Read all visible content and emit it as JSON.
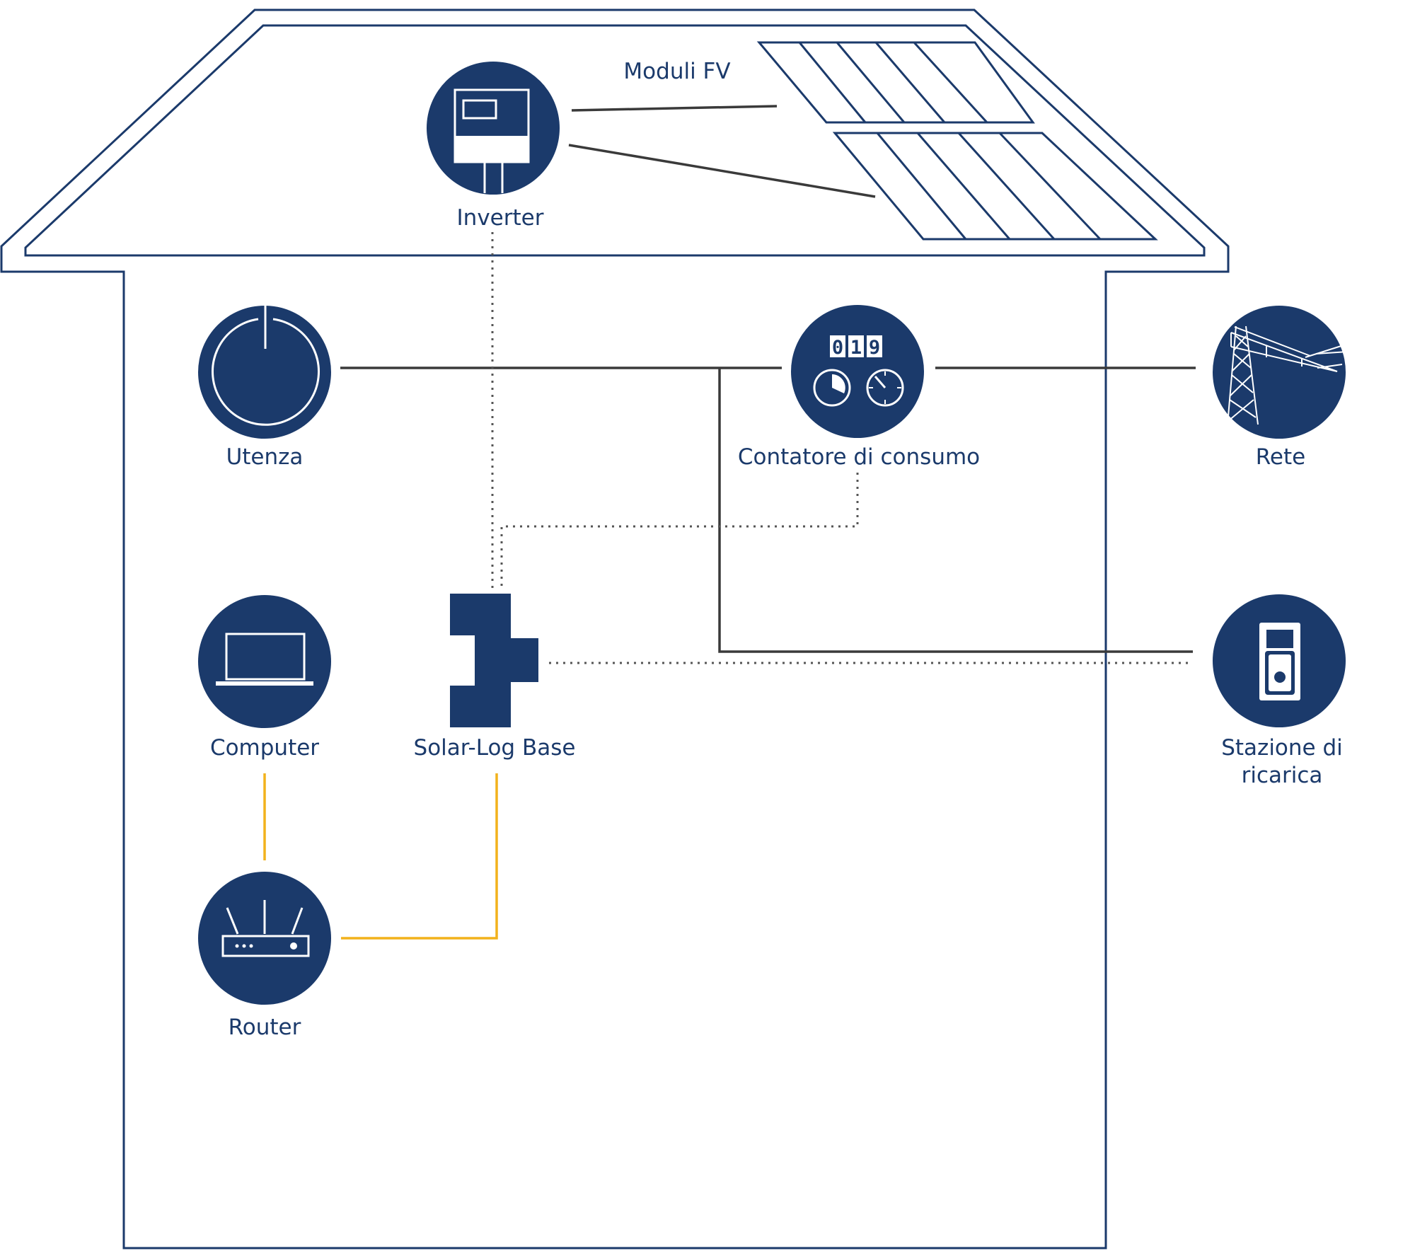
{
  "labels": {
    "moduli_fv": "Moduli FV",
    "inverter": "Inverter",
    "utenza": "Utenza",
    "contatore": "Contatore di consumo",
    "rete": "Rete",
    "computer": "Computer",
    "solarlog": "Solar-Log Base",
    "stazione_line1": "Stazione di",
    "stazione_line2": "ricarica",
    "router": "Router"
  },
  "meter_digits": [
    "0",
    "1",
    "9"
  ],
  "colors": {
    "navy": "#1b3a6b",
    "outline": "#1b3a6b",
    "power_line": "#3a3a3a",
    "network_line": "#f2b21c",
    "data_line": "#555555",
    "label": "#1b3a6b",
    "white": "#ffffff"
  },
  "icons": {
    "inverter": "inverter-icon",
    "utenza": "power-icon",
    "contatore": "meter-icon",
    "rete": "power-pylon-icon",
    "computer": "laptop-icon",
    "solarlog": "solar-log-device-icon",
    "stazione": "charging-station-icon",
    "router": "router-icon",
    "pv": "solar-panel-icon"
  }
}
